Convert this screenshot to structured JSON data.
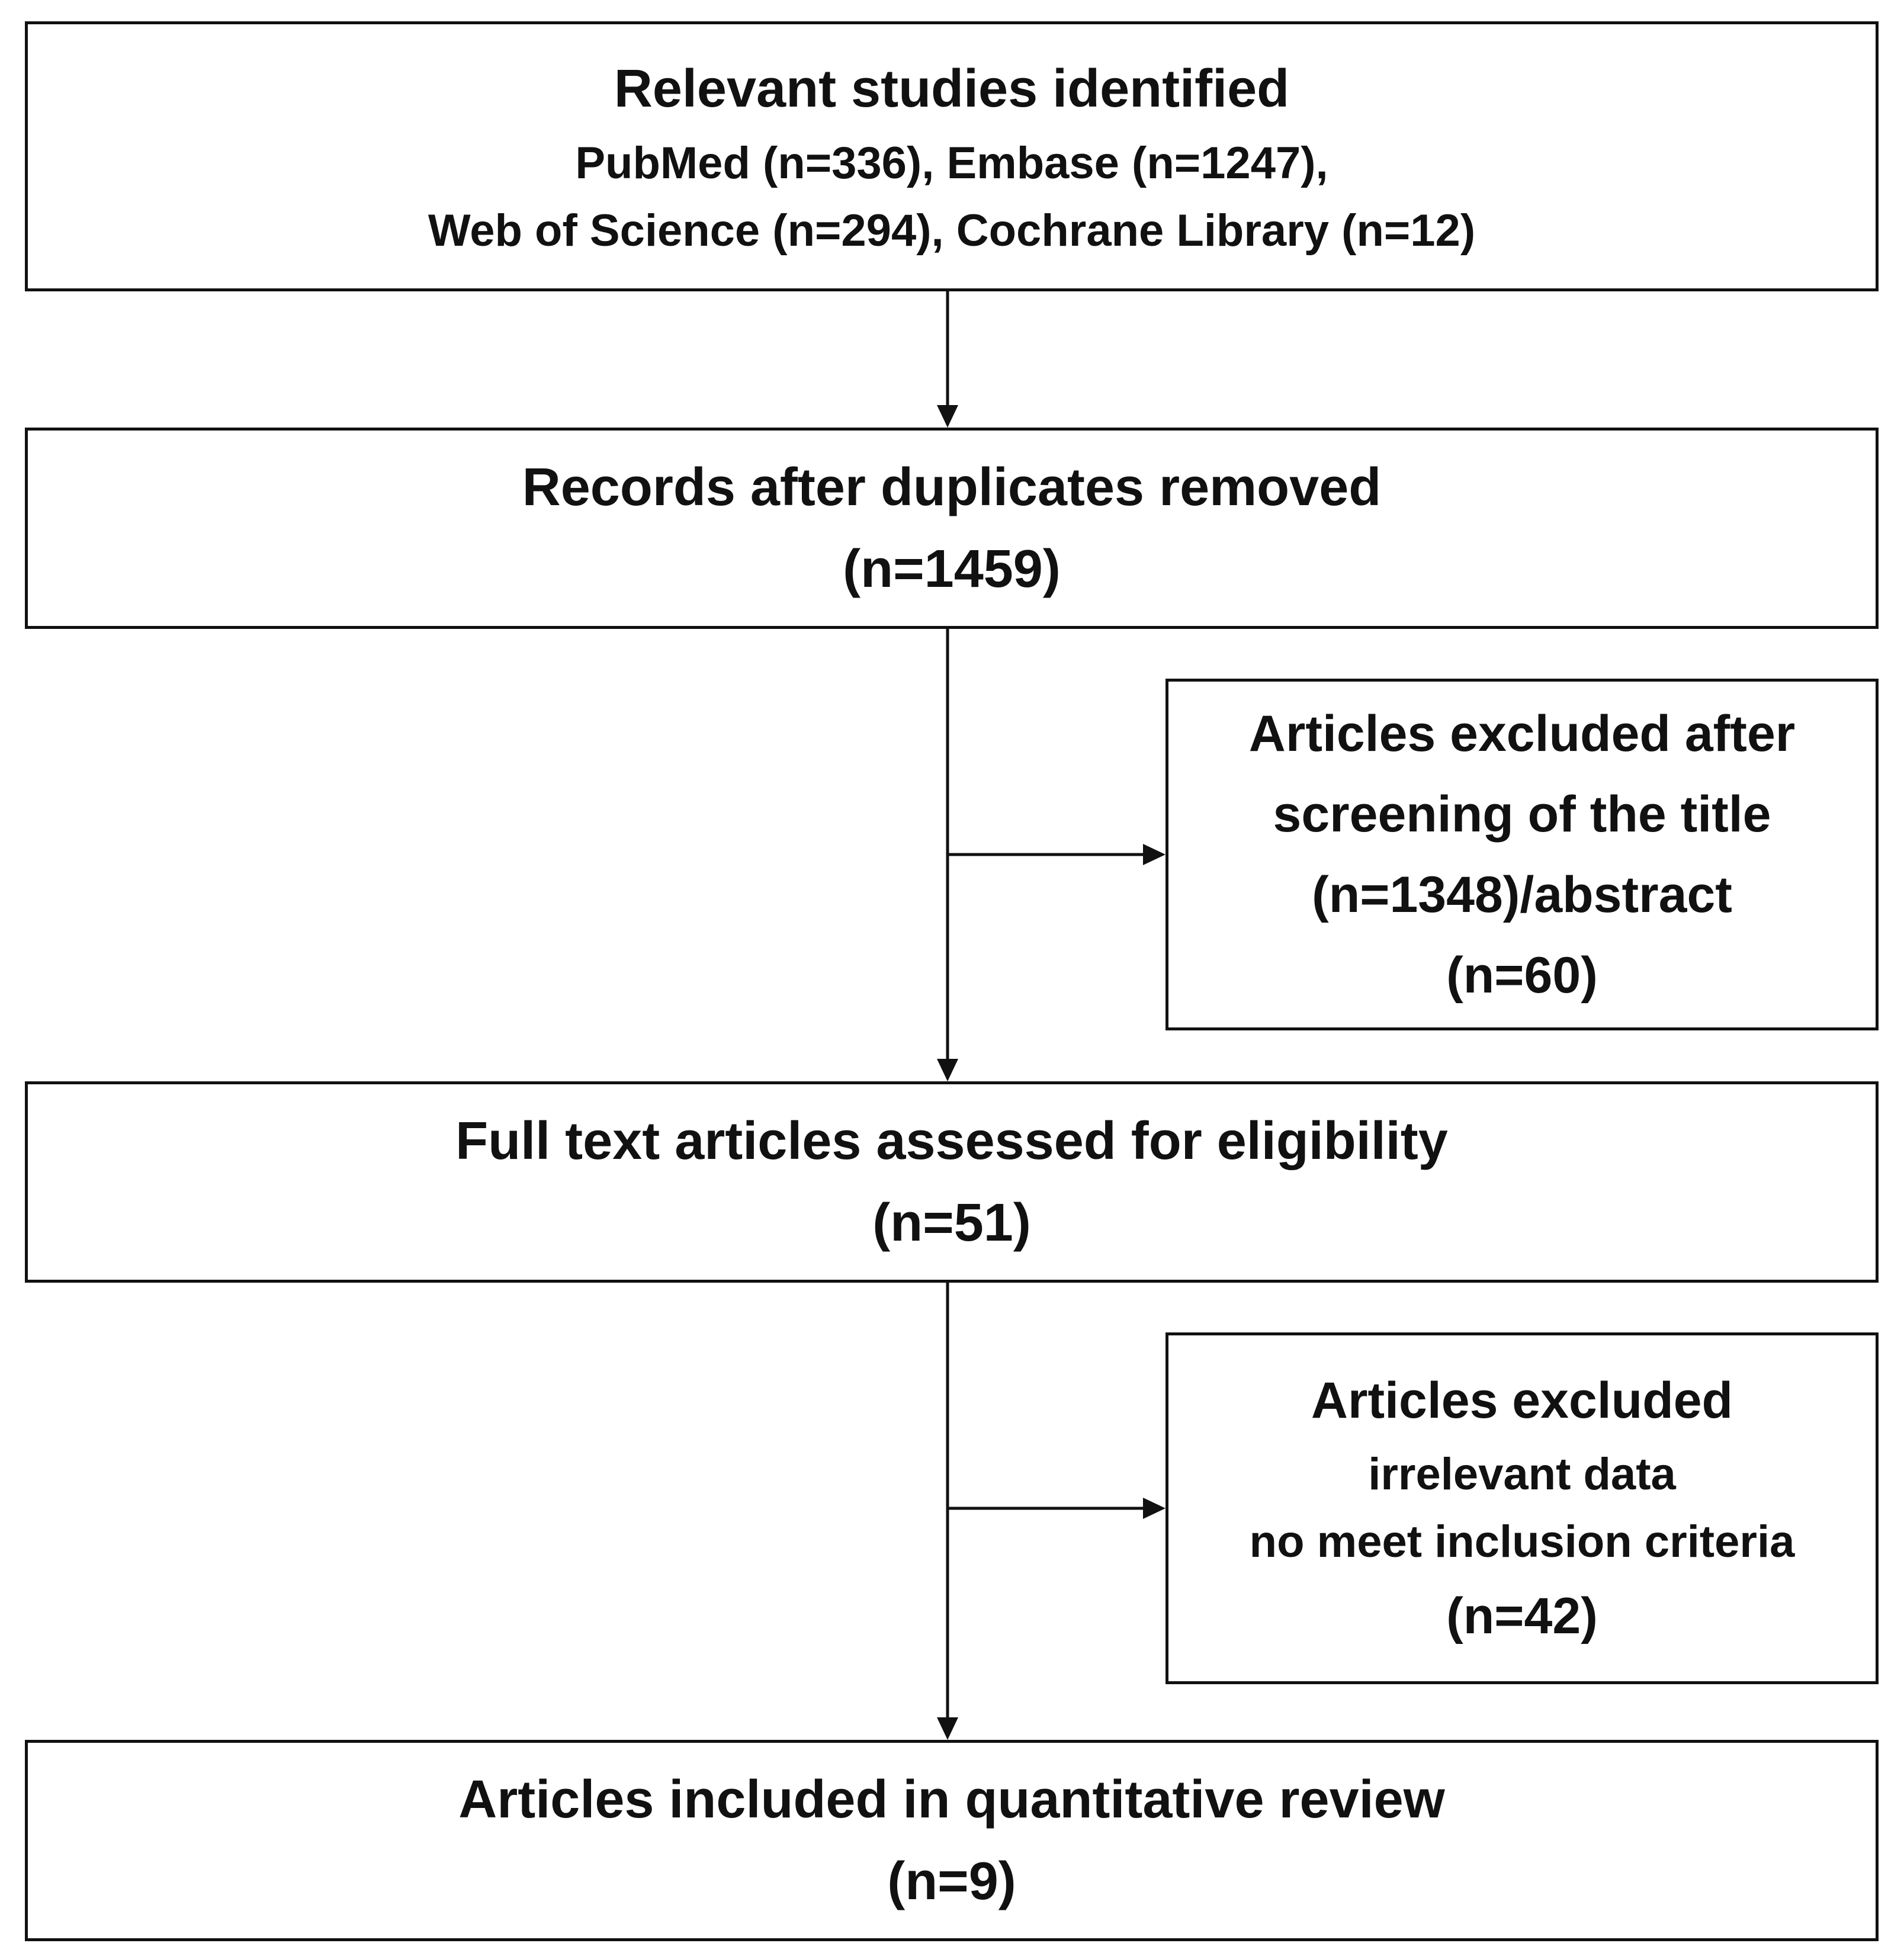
{
  "identified": {
    "title": "Relevant studies identified",
    "line1": "PubMed (n=336), Embase (n=1247),",
    "line2": "Web of Science (n=294), Cochrane Library (n=12)"
  },
  "dedup": {
    "title": "Records after duplicates removed",
    "count": "(n=1459)"
  },
  "screening_excluded": {
    "line1": "Articles excluded after",
    "line2": "screening of the title",
    "line3": "(n=1348)/abstract",
    "line4": "(n=60)"
  },
  "fulltext": {
    "title": "Full text articles assessed for eligibility",
    "count": "(n=51)"
  },
  "fulltext_excluded": {
    "title": "Articles excluded",
    "reason1": "irrelevant data",
    "reason2": "no meet inclusion criteria",
    "count": "(n=42)"
  },
  "included": {
    "title": "Articles included in quantitative review",
    "count": "(n=9)"
  }
}
